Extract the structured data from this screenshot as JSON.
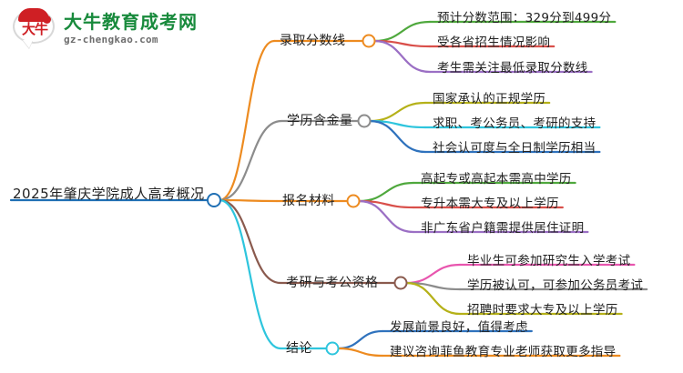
{
  "logo": {
    "mark_chars": "大牛",
    "title": "大牛教育成考网",
    "url": "gz-chengkao.com",
    "brand_green": "#188a3c",
    "brand_red": "#cf1f24"
  },
  "mindmap": {
    "root": {
      "label": "2025年肇庆学院成人高考概况",
      "color": "#1f6fb4"
    },
    "branches": [
      {
        "label": "录取分数线",
        "color": "#ed8b20",
        "children": [
          {
            "label": "预计分数范围：329分到499分",
            "color": "#4fa83d"
          },
          {
            "label": "受各省招生情况影响",
            "color": "#d94f4a"
          },
          {
            "label": "考生需关注最低录取分数线",
            "color": "#9b6fc4"
          }
        ]
      },
      {
        "label": "学历含金量",
        "color": "#8c8c8c",
        "children": [
          {
            "label": "国家承认的正规学历",
            "color": "#b5b119"
          },
          {
            "label": "求职、考公务员、考研的支持",
            "color": "#2ec5dd"
          },
          {
            "label": "社会认可度与全日制学历相当",
            "color": "#2f72bd"
          }
        ]
      },
      {
        "label": "报名材料",
        "color": "#ed8b20",
        "children": [
          {
            "label": "高起专或高起本需高中学历",
            "color": "#4fa83d"
          },
          {
            "label": "专升本需大专及以上学历",
            "color": "#d94f4a"
          },
          {
            "label": "非广东省户籍需提供居住证明",
            "color": "#9b6fc4"
          }
        ]
      },
      {
        "label": "考研与考公资格",
        "color": "#8a5a4e",
        "children": [
          {
            "label": "毕业生可参加研究生入学考试",
            "color": "#e855ae"
          },
          {
            "label": "学历被认可，可参加公务员考试",
            "color": "#8c8c8c"
          },
          {
            "label": "招聘时要求大专及以上学历",
            "color": "#b5b119"
          }
        ]
      },
      {
        "label": "结论",
        "color": "#2ec5dd",
        "children": [
          {
            "label": "发展前景良好，值得考虑",
            "color": "#2f72bd"
          },
          {
            "label": "建议咨询菲鱼教育专业老师获取更多指导",
            "color": "#ed8b20"
          }
        ]
      }
    ]
  }
}
